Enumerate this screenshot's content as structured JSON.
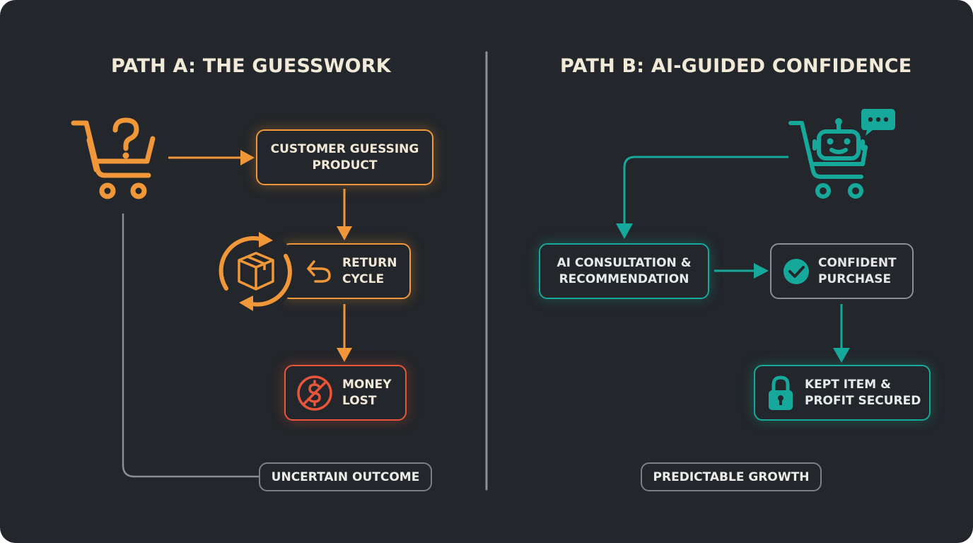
{
  "path_a": {
    "title": "PATH A: THE GUESSWORK",
    "step_guessing": "CUSTOMER GUESSING\nPRODUCT",
    "step_return": "RETURN\nCYCLE",
    "step_money_lost": "MONEY\nLOST",
    "outcome": "UNCERTAIN OUTCOME"
  },
  "path_b": {
    "title": "PATH B: AI-GUIDED CONFIDENCE",
    "step_consultation": "AI CONSULTATION &\nRECOMMENDATION",
    "step_purchase": "CONFIDENT\nPURCHASE",
    "step_kept": "KEPT ITEM &\nPROFIT SECURED",
    "outcome": "PREDICTABLE GROWTH"
  },
  "colors": {
    "background": "#23262a",
    "path_a_accent": "#f0973a",
    "money_lost_accent": "#e8553b",
    "path_b_accent": "#16a99b",
    "neutral_line": "#8a8f95",
    "title_text": "#f2ead8"
  },
  "icons": {
    "path_a_start": "shopping-cart-question-icon",
    "return_cycle": "box-refresh-icon",
    "return_arrow": "undo-arrow-icon",
    "money_lost": "no-dollar-icon",
    "path_b_start": "shopping-cart-robot-icon",
    "chat": "chat-bubble-icon",
    "purchase": "check-circle-icon",
    "kept": "padlock-icon"
  }
}
